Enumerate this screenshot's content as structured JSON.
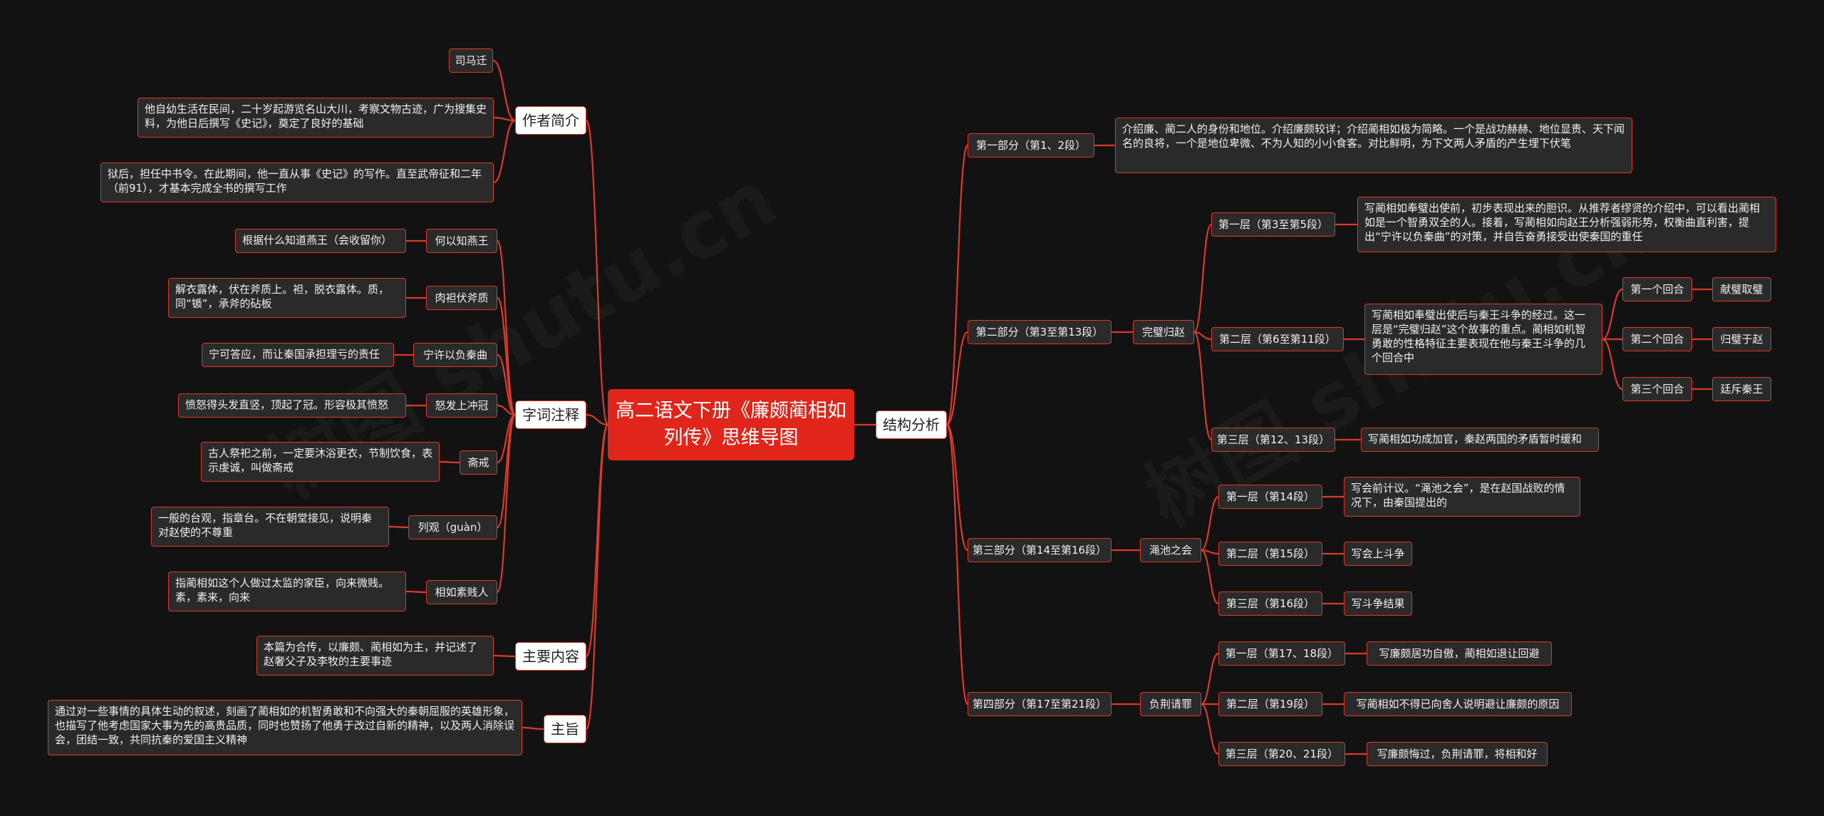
{
  "root": "高二语文下册《廉颇蔺相如列传》思维导图",
  "left": {
    "author": {
      "label": "作者简介",
      "items": [
        "司马迁",
        "他自幼生活在民间，二十岁起游览名山大川，考察文物古迹，广为搜集史料，为他日后撰写《史记》，奠定了良好的基础",
        "狱后，担任中书令。在此期间，他一直从事《史记》的写作。直至武帝征和二年（前91），才基本完成全书的撰写工作"
      ]
    },
    "notes": {
      "label": "字词注释",
      "items": [
        {
          "term": "何以知燕王",
          "def": "根据什么知道燕王（会收留你）"
        },
        {
          "term": "肉袒伏斧质",
          "def": "解衣露体，伏在斧质上。袒，脱衣露体。质，同“锧”，承斧的砧板"
        },
        {
          "term": "宁许以负秦曲",
          "def": "宁可答应，而让秦国承担理亏的责任"
        },
        {
          "term": "怒发上冲冠",
          "def": "愤怒得头发直竖，顶起了冠。形容极其愤怒"
        },
        {
          "term": "斋戒",
          "def": "古人祭祀之前，一定要沐浴更衣，节制饮食，表示虔诚，叫做斋戒"
        },
        {
          "term": "列观（guàn）",
          "def": "一般的台观，指章台。不在朝堂接见，说明秦对赵使的不尊重"
        },
        {
          "term": "相如素贱人",
          "def": "指蔺相如这个人做过太监的家臣，向来微贱。素，素来，向来"
        }
      ]
    },
    "content": {
      "label": "主要内容",
      "text": "本篇为合传，以廉颇、蔺相如为主，并记述了赵奢父子及李牧的主要事迹"
    },
    "theme": {
      "label": "主旨",
      "text": "通过对一些事情的具体生动的叙述，刻画了蔺相如的机智勇敢和不向强大的秦朝屈服的英雄形象，也描写了他考虑国家大事为先的高贵品质，同时也赞扬了他勇于改过自新的精神，以及两人消除误会，团结一致，共同抗秦的爱国主义精神"
    }
  },
  "right": {
    "label": "结构分析",
    "part1": {
      "label": "第一部分（第1、2段）",
      "text": "介绍廉、蔺二人的身份和地位。介绍廉颇较详；介绍蔺相如极为简略。一个是战功赫赫、地位显贵、天下闻名的良将，一个是地位卑微、不为人知的小小食客。对比鲜明，为下文两人矛盾的产生埋下伏笔"
    },
    "part2": {
      "label": "第二部分（第3至第13段）",
      "sub": "完璧归赵",
      "layers": [
        {
          "label": "第一层（第3至第5段）",
          "text": "写蔺相如奉璧出使前，初步表现出来的胆识。从推荐者缪贤的介绍中，可以看出蔺相如是一个智勇双全的人。接着，写蔺相如向赵王分析强弱形势，权衡曲直利害，提出“宁许以负秦曲”的对策，并自告奋勇接受出使秦国的重任"
        },
        {
          "label": "第二层（第6至第11段）",
          "text": "写蔺相如奉璧出使后与秦王斗争的经过。这一层是“完璧归赵”这个故事的重点。蔺相如机智勇敢的性格特征主要表现在他与秦王斗争的几个回合中"
        },
        {
          "label": "第三层（第12、13段）",
          "text": "写蔺相如功成加官，秦赵两国的矛盾暂时缓和"
        }
      ],
      "rounds": [
        {
          "label": "第一个回合",
          "text": "献璧取璧"
        },
        {
          "label": "第二个回合",
          "text": "归璧于赵"
        },
        {
          "label": "第三个回合",
          "text": "廷斥秦王"
        }
      ]
    },
    "part3": {
      "label": "第三部分（第14至第16段）",
      "sub": "渑池之会",
      "layers": [
        {
          "label": "第一层（第14段）",
          "text": "写会前计议。“渑池之会”，是在赵国战败的情况下，由秦国提出的"
        },
        {
          "label": "第二层（第15段）",
          "text": "写会上斗争"
        },
        {
          "label": "第三层（第16段）",
          "text": "写斗争结果"
        }
      ]
    },
    "part4": {
      "label": "第四部分（第17至第21段）",
      "sub": "负荆请罪",
      "layers": [
        {
          "label": "第一层（第17、18段）",
          "text": "写廉颇居功自傲，蔺相如退让回避"
        },
        {
          "label": "第二层（第19段）",
          "text": "写蔺相如不得已向舍人说明避让廉颇的原因"
        },
        {
          "label": "第三层（第20、21段）",
          "text": "写廉颇悔过，负荆请罪，将相和好"
        }
      ]
    }
  },
  "watermark": "树图 shutu.cn",
  "colors": {
    "background": "#121212",
    "accent": "#d93a2b",
    "root": "#e0261a",
    "node": "#2a2a2a"
  }
}
